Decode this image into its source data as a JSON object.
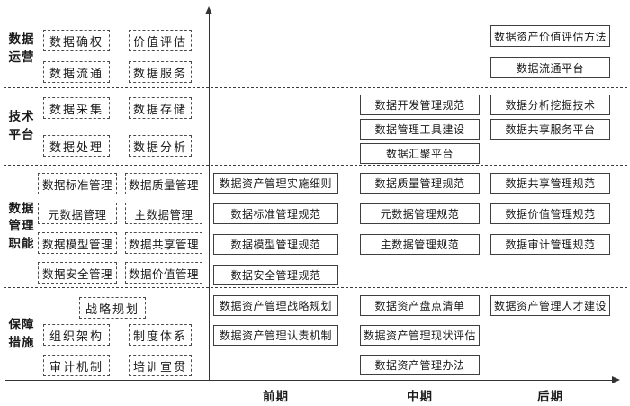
{
  "axis": {
    "x_ticks": [
      "前期",
      "中期",
      "后期"
    ]
  },
  "colors": {
    "line": "#333333",
    "text": "#1a1a1a",
    "background": "#ffffff"
  },
  "icons": {
    "y_axis_arrow": "up-arrow",
    "x_axis_arrow": "right-arrow"
  },
  "bands": [
    {
      "label": "数据运营",
      "left": [
        "数据确权",
        "价值评估",
        "数据流通",
        "数据服务"
      ],
      "early": [],
      "mid": [],
      "late": [
        "数据资产价值评估方法",
        "数据流通平台"
      ]
    },
    {
      "label": "技术平台",
      "left": [
        "数据采集",
        "数据存储",
        "数据处理",
        "数据分析"
      ],
      "early": [],
      "mid": [
        "数据开发管理规范",
        "数据管理工具建设",
        "数据汇聚平台"
      ],
      "late": [
        "数据分析挖掘技术",
        "数据共享服务平台"
      ]
    },
    {
      "label": "数据管理职能",
      "left": [
        "数据标准管理",
        "数据质量管理",
        "元数据管理",
        "主数据管理",
        "数据模型管理",
        "数据共享管理",
        "数据安全管理",
        "数据价值管理"
      ],
      "early": [
        "数据资产管理实施细则",
        "数据标准管理规范",
        "数据模型管理规范",
        "数据安全管理规范"
      ],
      "mid": [
        "数据质量管理规范",
        "元数据管理规范",
        "主数据管理规范"
      ],
      "late": [
        "数据共享管理规范",
        "数据价值管理规范",
        "数据审计管理规范"
      ]
    },
    {
      "label": "保障措施",
      "left_top": "战略规划",
      "left": [
        "组织架构",
        "制度体系",
        "审计机制",
        "培训宣贯"
      ],
      "early": [
        "数据资产管理战略规划",
        "数据资产管理认责机制"
      ],
      "mid": [
        "数据资产盘点清单",
        "数据资产管理现状评估",
        "数据资产管理办法"
      ],
      "late": [
        "数据资产管理人才建设"
      ]
    }
  ]
}
